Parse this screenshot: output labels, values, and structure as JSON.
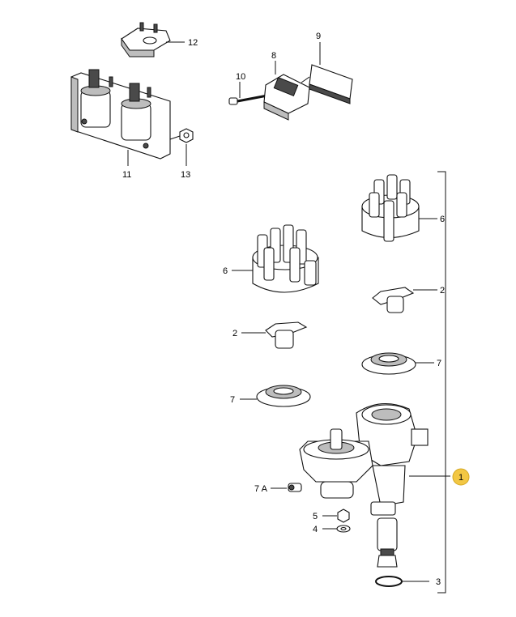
{
  "callouts": {
    "c1": "1",
    "c2a": "2",
    "c2b": "2",
    "c3": "3",
    "c4": "4",
    "c5": "5",
    "c6a": "6",
    "c6b": "6",
    "c7a": "7",
    "c7b": "7",
    "c7A": "7 A",
    "c8": "8",
    "c9": "9",
    "c10": "10",
    "c11": "11",
    "c12": "12",
    "c13": "13"
  },
  "colors": {
    "highlight": "#f2c744"
  }
}
